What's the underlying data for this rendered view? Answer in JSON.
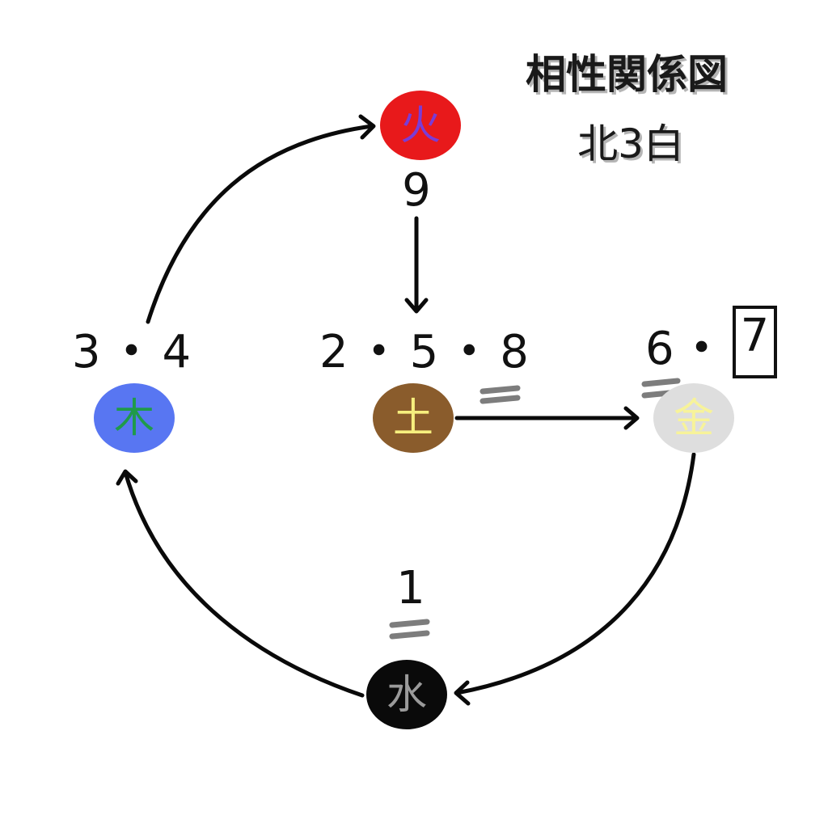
{
  "title": "相性関係図",
  "subtitle": "北3白",
  "nodes": {
    "fire": {
      "char": "火",
      "numbers": "9",
      "bg": "#e8191b",
      "fg": "#7a3cd6"
    },
    "earth": {
      "char": "土",
      "n1": "2",
      "n2": "5",
      "n3": "8",
      "bg": "#8a5c2c",
      "fg": "#f6ef7e"
    },
    "wood": {
      "char": "木",
      "n1": "3",
      "n2": "4",
      "bg": "#5876f2",
      "fg": "#1f9a4a"
    },
    "metal": {
      "char": "金",
      "n1": "6",
      "n2": "7",
      "bg": "#dedede",
      "fg": "#f7f39a"
    },
    "water": {
      "char": "水",
      "numbers": "1",
      "bg": "#0a0a0a",
      "fg": "#9a9a9a"
    }
  },
  "separator": "・",
  "colors": {
    "arrow": "#0a0a0a",
    "equal_mark": "#7d7d7d"
  }
}
